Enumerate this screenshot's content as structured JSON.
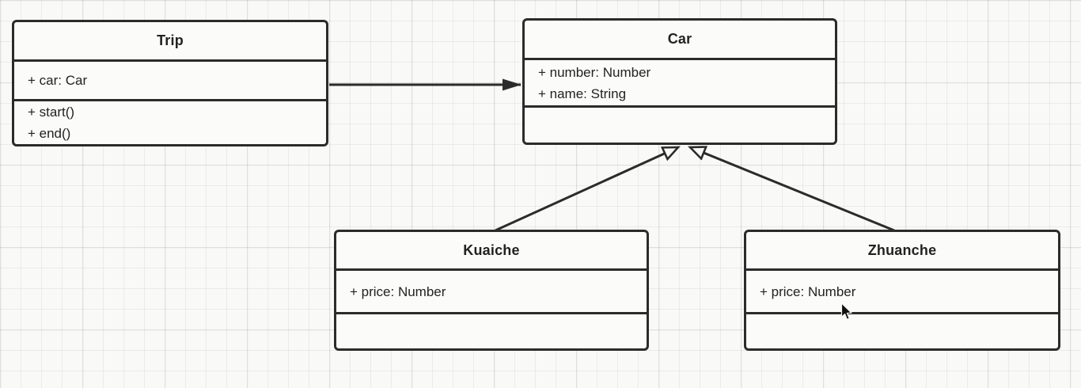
{
  "diagram": {
    "type": "uml-class-diagram",
    "classes": [
      {
        "name": "Trip",
        "attributes": [
          "+ car: Car"
        ],
        "methods": [
          "+ start()",
          "+ end()"
        ]
      },
      {
        "name": "Car",
        "attributes": [
          "+ number: Number",
          "+ name: String"
        ],
        "methods": []
      },
      {
        "name": "Kuaiche",
        "attributes": [
          "+ price: Number"
        ],
        "methods": []
      },
      {
        "name": "Zhuanche",
        "attributes": [
          "+ price: Number"
        ],
        "methods": []
      }
    ],
    "relationships": [
      {
        "from": "Trip",
        "to": "Car",
        "type": "association",
        "arrowhead": "filled"
      },
      {
        "from": "Kuaiche",
        "to": "Car",
        "type": "inheritance",
        "arrowhead": "hollow-triangle"
      },
      {
        "from": "Zhuanche",
        "to": "Car",
        "type": "inheritance",
        "arrowhead": "hollow-triangle"
      }
    ],
    "colors": {
      "stroke": "#2b2b2b",
      "box_fill": "#fbfbf9",
      "canvas_bg": "#f9f9f7",
      "grid_line": "#ebebe9"
    }
  }
}
